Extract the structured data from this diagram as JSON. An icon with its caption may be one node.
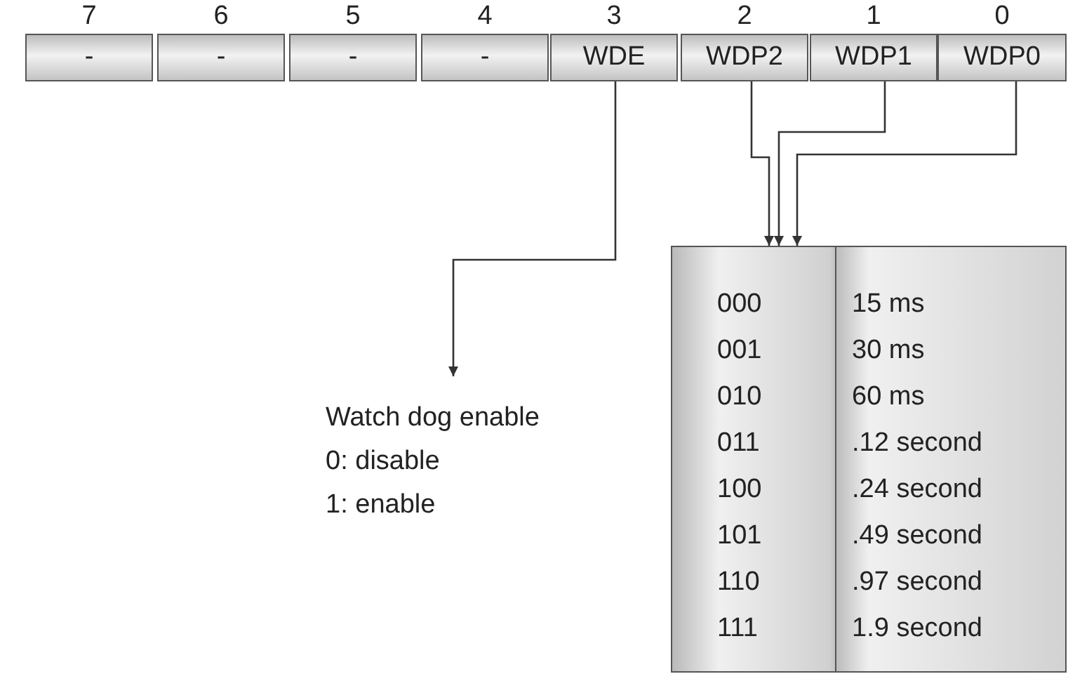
{
  "diagram": {
    "nodes": [
      {
        "text": [
          "7",
          "-"
        ]
      },
      {
        "text": [
          "6",
          "-"
        ]
      },
      {
        "text": [
          "5",
          "-"
        ]
      },
      {
        "text": [
          "4",
          "-"
        ]
      },
      {
        "text": [
          "3",
          "WDE"
        ]
      },
      {
        "text": [
          "2",
          "WDP2"
        ]
      },
      {
        "text": [
          "1",
          "WDP1"
        ]
      },
      {
        "text": [
          "0",
          "WDP0"
        ]
      },
      {
        "text": [
          "000",
          "15 ms",
          "001",
          "30 ms",
          "010",
          "60 ms",
          "011",
          ".12 second",
          "100",
          ".24 second",
          "101",
          ".49 second",
          "110",
          ".97 second",
          "111",
          "1.9 second"
        ]
      },
      {
        "text": [
          "Watch dog enable",
          "0: disable",
          "1: enable"
        ]
      }
    ],
    "edges": [
      {
        "from": 4,
        "to": 9,
        "arrow": "to"
      },
      {
        "from": 5,
        "to": 8,
        "arrow": "to"
      },
      {
        "from": 6,
        "to": 8,
        "arrow": "to"
      },
      {
        "from": 7,
        "to": 8,
        "arrow": "to"
      }
    ]
  }
}
